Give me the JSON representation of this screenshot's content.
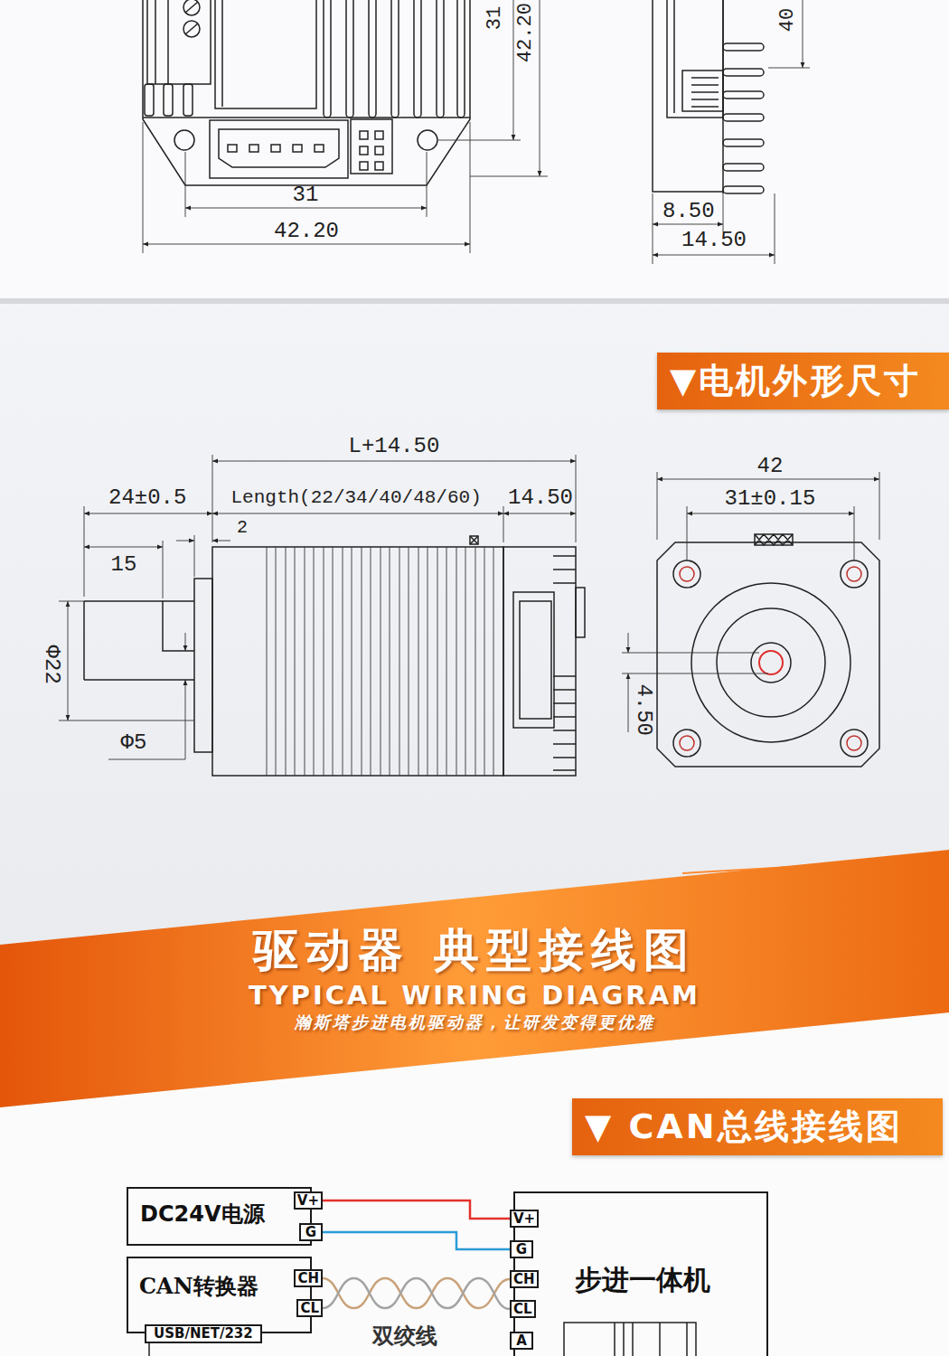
{
  "diagram": {
    "nodes": [
      {
        "text": [
          "▼电机外形尺寸"
        ]
      },
      {
        "text": [
          "驱动器 典型接线图",
          "TYPICAL WIRING DIAGRAM",
          "瀚斯塔步进电机驱动器，让研发变得更优雅"
        ]
      },
      {
        "text": [
          "▼ CAN总线接线图"
        ]
      },
      {
        "text": [
          "DC24V电源"
        ]
      },
      {
        "text": [
          "V+"
        ],
        "in": 3
      },
      {
        "text": [
          "G"
        ],
        "in": 3
      },
      {
        "text": [
          "CAN转换器"
        ]
      },
      {
        "text": [
          "CH"
        ],
        "in": 6
      },
      {
        "text": [
          "CL"
        ],
        "in": 6
      },
      {
        "text": [
          "USB/NET/232"
        ],
        "in": 6
      },
      {
        "text": [
          "步进一体机"
        ]
      },
      {
        "text": [
          "V+"
        ],
        "in": 10
      },
      {
        "text": [
          "G"
        ],
        "in": 10
      },
      {
        "text": [
          "CH"
        ],
        "in": 10
      },
      {
        "text": [
          "CL"
        ],
        "in": 10
      },
      {
        "text": [
          "A"
        ],
        "in": 10
      }
    ],
    "edges": [
      {
        "from": 4,
        "to": 11,
        "arrow": "none"
      },
      {
        "from": 5,
        "to": 12,
        "arrow": "none"
      },
      {
        "from": 7,
        "to": 13,
        "arrow": "none"
      },
      {
        "from": 8,
        "to": 14,
        "arrow": "none"
      }
    ],
    "labels": [
      "31",
      "42.20",
      "40",
      "31",
      "42.20",
      "8.50",
      "14.50",
      "L+14.50",
      "24±0.5",
      "Length(22/34/40/48/60)",
      "14.50",
      "2",
      "15",
      "Φ22",
      "Φ5",
      "42",
      "31±0.15",
      "4.50",
      "双绞线"
    ]
  }
}
